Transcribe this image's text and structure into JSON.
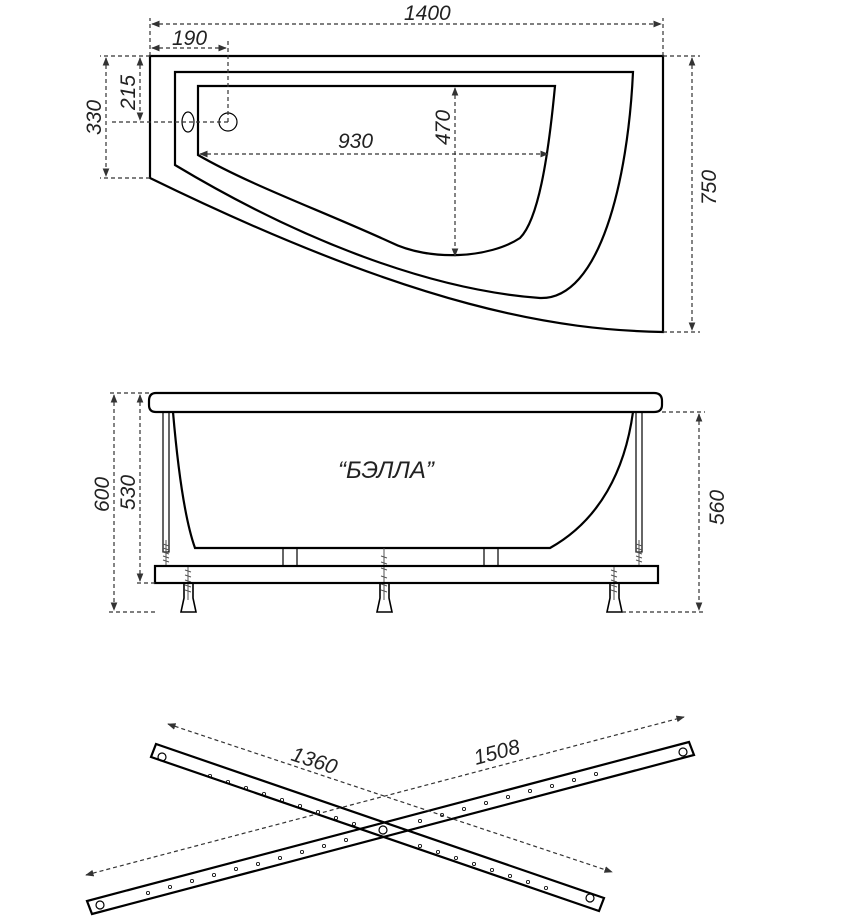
{
  "top_view": {
    "overall_length": "1400",
    "overall_width": "750",
    "drain_offset_x": "190",
    "drain_offset_y": "215",
    "left_depth": "330",
    "basin_length": "930",
    "basin_width": "470"
  },
  "side_view": {
    "model_name": "“БЭЛЛА”",
    "total_height": "600",
    "rim_height": "530",
    "right_height": "560"
  },
  "frame_view": {
    "beam_a_length": "1360",
    "beam_b_length": "1508"
  },
  "colors": {
    "line": "#000000",
    "dimension": "#333333",
    "background": "#ffffff"
  }
}
